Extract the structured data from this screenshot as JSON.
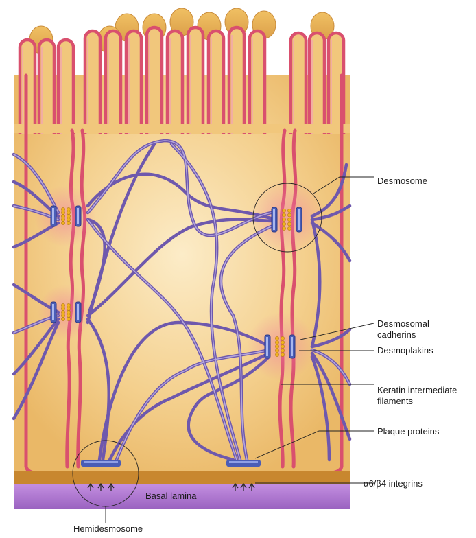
{
  "labels": {
    "desmosome": "Desmosome",
    "desmosomal_cadherins": "Desmosomal cadherins",
    "desmoplakins": "Desmoplakins",
    "keratin": "Keratin intermediate filaments",
    "plaque_proteins": "Plaque proteins",
    "integrins": "α6/β4 integrins",
    "basal_lamina": "Basal lamina",
    "hemidesmosome": "Hemidesmosome"
  },
  "colors": {
    "cytoplasm": "#f1c77c",
    "cytoplasm_light": "#fbe9c2",
    "membrane": "#d9506e",
    "membrane_light": "#f3a3b3",
    "microvilli_tip": "#e2a84c",
    "filament": "#6e58ad",
    "filament_light": "#b4a6dc",
    "plaque": "#4a5db6",
    "cadherin": "#f1b11f",
    "basal_lamina": "#b07ad1",
    "basal_band": "#c8872f"
  },
  "icons": [
    "desmosome-plaque",
    "hemidesmosome-plaque",
    "integrin-receptor"
  ]
}
